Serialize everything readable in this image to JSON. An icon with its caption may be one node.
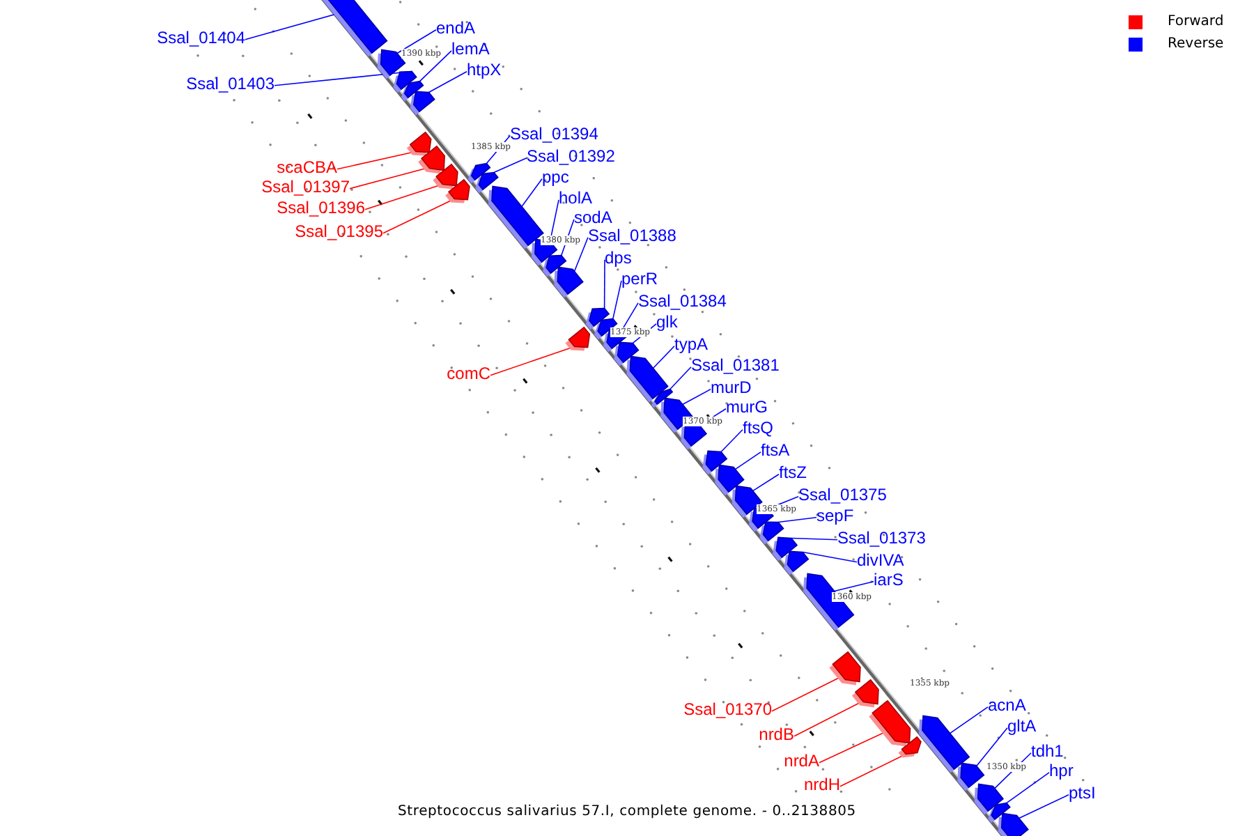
{
  "diagram": {
    "caption": "Streptococcus salivarius 57.I, complete genome. - 0..2138805",
    "nodes": [
      {
        "text": [
          "Ssal_01404"
        ]
      },
      {
        "text": [],
        "shape": "pentagon"
      },
      {
        "text": [
          "endA"
        ]
      },
      {
        "text": [],
        "shape": "pentagon"
      },
      {
        "text": [
          "Ssal_01403"
        ]
      },
      {
        "text": [],
        "shape": "pentagon"
      },
      {
        "text": [
          "lemA"
        ]
      },
      {
        "text": [],
        "shape": "pentagon"
      },
      {
        "text": [
          "htpX"
        ]
      },
      {
        "text": [],
        "shape": "pentagon"
      },
      {
        "text": [
          "scaCBA"
        ]
      },
      {
        "text": [],
        "shape": "pentagon"
      },
      {
        "text": [
          "Ssal_01397"
        ]
      },
      {
        "text": [],
        "shape": "pentagon"
      },
      {
        "text": [
          "Ssal_01396"
        ]
      },
      {
        "text": [],
        "shape": "pentagon"
      },
      {
        "text": [
          "Ssal_01394"
        ]
      },
      {
        "text": [],
        "shape": "pentagon"
      },
      {
        "text": [
          "Ssal_01395"
        ]
      },
      {
        "text": [],
        "shape": "pentagon"
      },
      {
        "text": [
          "Ssal_01392"
        ]
      },
      {
        "text": [],
        "shape": "pentagon"
      },
      {
        "text": [
          "ppc"
        ]
      },
      {
        "text": [],
        "shape": "pentagon"
      },
      {
        "text": [
          "holA"
        ]
      },
      {
        "text": [],
        "shape": "pentagon"
      },
      {
        "text": [
          "sodA"
        ]
      },
      {
        "text": [],
        "shape": "pentagon"
      },
      {
        "text": [
          "Ssal_01388"
        ]
      },
      {
        "text": [],
        "shape": "pentagon"
      },
      {
        "text": [
          "comC"
        ]
      },
      {
        "text": [],
        "shape": "pentagon"
      },
      {
        "text": [
          "dps"
        ]
      },
      {
        "text": [],
        "shape": "pentagon"
      },
      {
        "text": [
          "perR"
        ]
      },
      {
        "text": [],
        "shape": "pentagon"
      },
      {
        "text": [
          "Ssal_01384"
        ]
      },
      {
        "text": [],
        "shape": "pentagon"
      },
      {
        "text": [
          "glk"
        ]
      },
      {
        "text": [],
        "shape": "pentagon"
      },
      {
        "text": [
          "typA"
        ]
      },
      {
        "text": [],
        "shape": "pentagon"
      },
      {
        "text": [
          "Ssal_01381"
        ]
      },
      {
        "text": [],
        "shape": "pentagon"
      },
      {
        "text": [
          "murD"
        ]
      },
      {
        "text": [],
        "shape": "pentagon"
      },
      {
        "text": [
          "murG"
        ]
      },
      {
        "text": [],
        "shape": "pentagon"
      },
      {
        "text": [
          "ftsQ"
        ]
      },
      {
        "text": [],
        "shape": "pentagon"
      },
      {
        "text": [
          "ftsA"
        ]
      },
      {
        "text": [],
        "shape": "pentagon"
      },
      {
        "text": [
          "ftsZ"
        ]
      },
      {
        "text": [],
        "shape": "pentagon"
      },
      {
        "text": [
          "Ssal_01375"
        ]
      },
      {
        "text": [],
        "shape": "pentagon"
      },
      {
        "text": [
          "sepF"
        ]
      },
      {
        "text": [],
        "shape": "pentagon"
      },
      {
        "text": [
          "Ssal_01373"
        ]
      },
      {
        "text": [],
        "shape": "pentagon"
      },
      {
        "text": [
          "divIVA"
        ]
      },
      {
        "text": [],
        "shape": "pentagon"
      },
      {
        "text": [
          "iarS"
        ]
      },
      {
        "text": [],
        "shape": "pentagon"
      },
      {
        "text": [
          "Ssal_01370"
        ]
      },
      {
        "text": [],
        "shape": "pentagon"
      },
      {
        "text": [
          "nrdB"
        ]
      },
      {
        "text": [],
        "shape": "pentagon"
      },
      {
        "text": [
          "nrdA"
        ]
      },
      {
        "text": [],
        "shape": "pentagon"
      },
      {
        "text": [
          "acnA"
        ]
      },
      {
        "text": [],
        "shape": "pentagon"
      },
      {
        "text": [
          "nrdH"
        ]
      },
      {
        "text": [],
        "shape": "pentagon"
      },
      {
        "text": [
          "gltA"
        ]
      },
      {
        "text": [],
        "shape": "pentagon"
      },
      {
        "text": [
          "tdh1"
        ]
      },
      {
        "text": [],
        "shape": "pentagon"
      },
      {
        "text": [
          "hpr"
        ]
      },
      {
        "text": [],
        "shape": "pentagon"
      },
      {
        "text": [
          "ptsI"
        ]
      },
      {
        "text": [],
        "shape": "pentagon"
      }
    ],
    "edges": [
      {
        "from": 0,
        "to": 1,
        "arrow": "none"
      },
      {
        "from": 2,
        "to": 3,
        "arrow": "none"
      },
      {
        "from": 4,
        "to": 5,
        "arrow": "none"
      },
      {
        "from": 6,
        "to": 7,
        "arrow": "none"
      },
      {
        "from": 8,
        "to": 9,
        "arrow": "none"
      },
      {
        "from": 10,
        "to": 11,
        "arrow": "none",
        "color": "#ff0000"
      },
      {
        "from": 12,
        "to": 13,
        "arrow": "none",
        "color": "#ff0000"
      },
      {
        "from": 14,
        "to": 15,
        "arrow": "none",
        "color": "#ff0000"
      },
      {
        "from": 16,
        "to": 17,
        "arrow": "none"
      },
      {
        "from": 18,
        "to": 19,
        "arrow": "none",
        "color": "#ff0000"
      },
      {
        "from": 20,
        "to": 21,
        "arrow": "none"
      },
      {
        "from": 22,
        "to": 23,
        "arrow": "none"
      },
      {
        "from": 24,
        "to": 25,
        "arrow": "none"
      },
      {
        "from": 26,
        "to": 27,
        "arrow": "none"
      },
      {
        "from": 28,
        "to": 29,
        "arrow": "none"
      },
      {
        "from": 30,
        "to": 31,
        "arrow": "none",
        "color": "#ff0000"
      },
      {
        "from": 32,
        "to": 33,
        "arrow": "none"
      },
      {
        "from": 34,
        "to": 35,
        "arrow": "none"
      },
      {
        "from": 36,
        "to": 37,
        "arrow": "none"
      },
      {
        "from": 38,
        "to": 39,
        "arrow": "none"
      },
      {
        "from": 40,
        "to": 41,
        "arrow": "none"
      },
      {
        "from": 42,
        "to": 43,
        "arrow": "none"
      },
      {
        "from": 44,
        "to": 45,
        "arrow": "none"
      },
      {
        "from": 46,
        "to": 47,
        "arrow": "none"
      },
      {
        "from": 48,
        "to": 49,
        "arrow": "none"
      },
      {
        "from": 50,
        "to": 51,
        "arrow": "none"
      },
      {
        "from": 52,
        "to": 53,
        "arrow": "none"
      },
      {
        "from": 54,
        "to": 55,
        "arrow": "none"
      },
      {
        "from": 56,
        "to": 57,
        "arrow": "none"
      },
      {
        "from": 58,
        "to": 59,
        "arrow": "none"
      },
      {
        "from": 60,
        "to": 61,
        "arrow": "none"
      },
      {
        "from": 62,
        "to": 63,
        "arrow": "none"
      },
      {
        "from": 64,
        "to": 65,
        "arrow": "none",
        "color": "#ff0000"
      },
      {
        "from": 66,
        "to": 67,
        "arrow": "none",
        "color": "#ff0000"
      },
      {
        "from": 68,
        "to": 69,
        "arrow": "none",
        "color": "#ff0000"
      },
      {
        "from": 70,
        "to": 71,
        "arrow": "none"
      },
      {
        "from": 72,
        "to": 73,
        "arrow": "none",
        "color": "#ff0000"
      },
      {
        "from": 74,
        "to": 75,
        "arrow": "none"
      },
      {
        "from": 76,
        "to": 77,
        "arrow": "none"
      },
      {
        "from": 78,
        "to": 79,
        "arrow": "none"
      },
      {
        "from": 80,
        "to": 81,
        "arrow": "none"
      }
    ],
    "labels": [
      "1390 kbp",
      "1385 kbp",
      "1380 kbp",
      "1375 kbp",
      "1370 kbp",
      "1365 kbp",
      "1360 kbp",
      "1355 kbp",
      "1350 kbp"
    ],
    "legend": [
      {
        "text": "Forward",
        "color": "#ff0000"
      },
      {
        "text": "Reverse",
        "color": "#0000ff"
      }
    ]
  }
}
